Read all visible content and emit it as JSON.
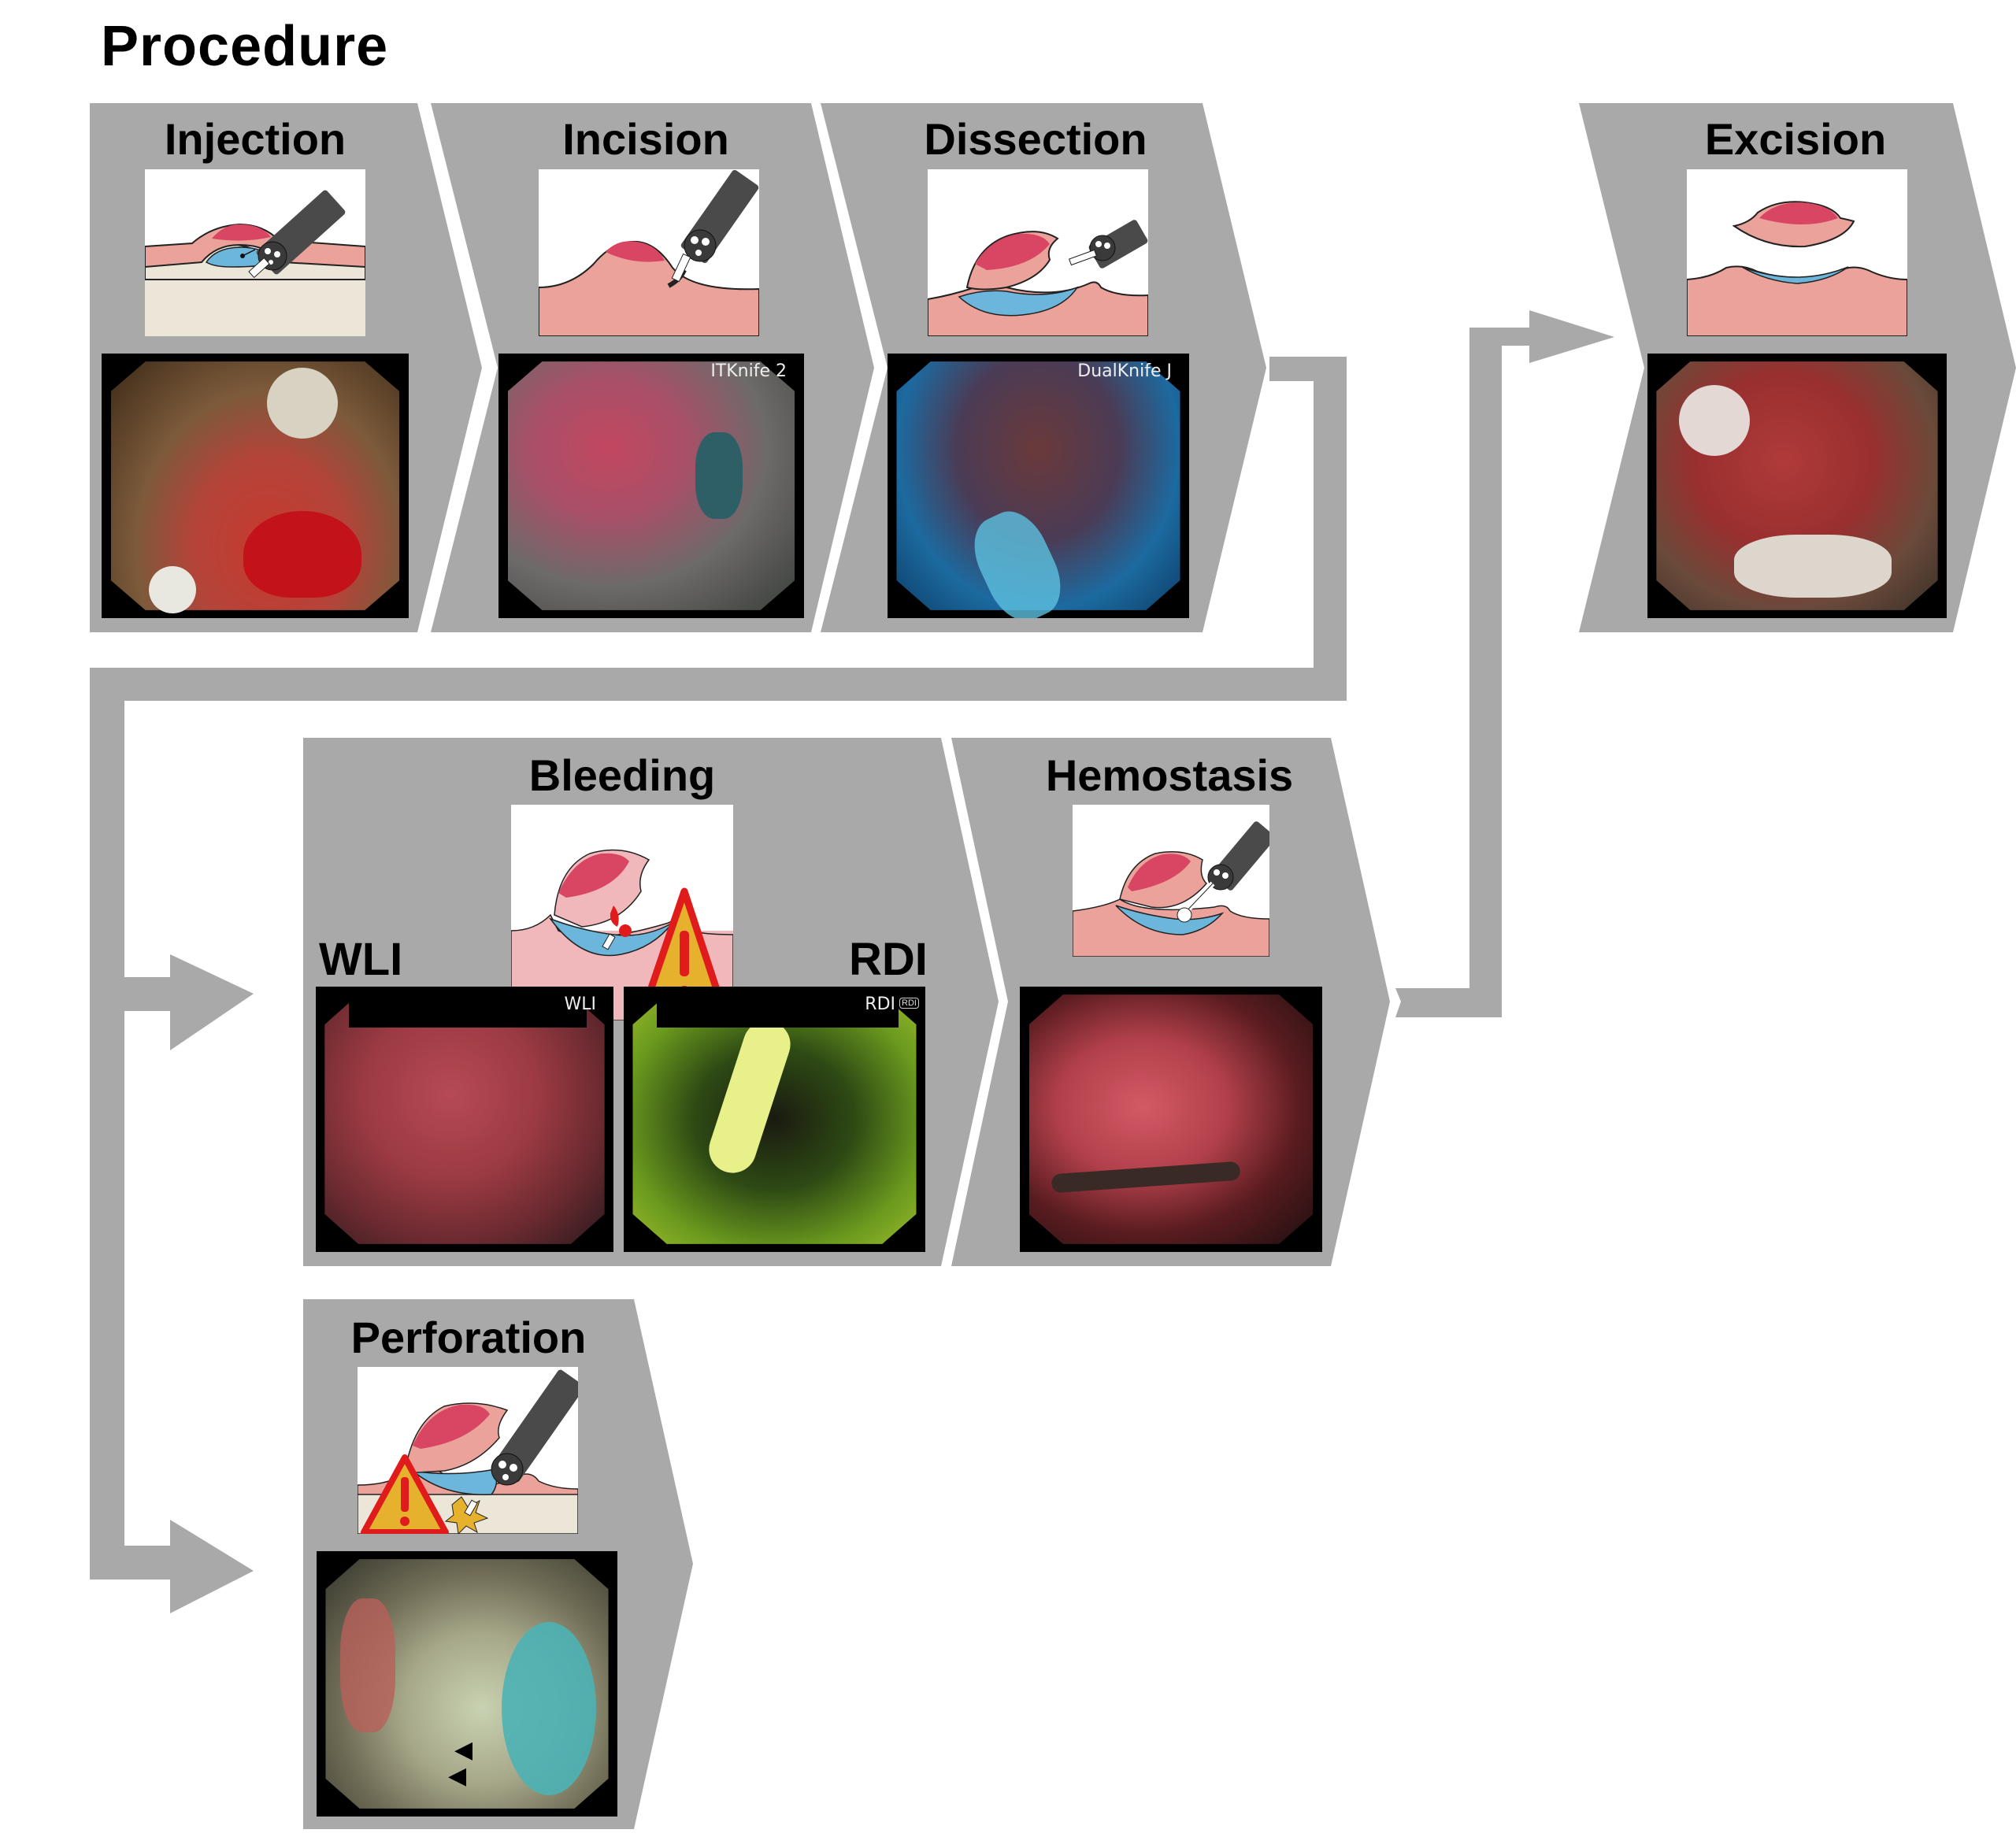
{
  "title": "Procedure",
  "colors": {
    "panel_gray": "#a9a9a9",
    "tissue_pink": "#eba29a",
    "lesion_red": "#d94664",
    "submucosa_blue": "#6cb6db",
    "muscle_beige": "#ece6d8",
    "bleeding_bg": "#f0b8bb",
    "warning_yellow": "#e6b22e",
    "warning_red": "#e01b1b",
    "scope_dark": "#4a4a4a"
  },
  "steps": [
    {
      "id": "injection",
      "label": "Injection",
      "photo_tag": "",
      "icon": "endoscope-injection-icon"
    },
    {
      "id": "incision",
      "label": "Incision",
      "photo_tag": "ITKnife 2",
      "icon": "endoscope-incision-icon"
    },
    {
      "id": "dissection",
      "label": "Dissection",
      "photo_tag": "DualKnife J",
      "icon": "endoscope-dissection-icon"
    },
    {
      "id": "excision",
      "label": "Excision",
      "photo_tag": "",
      "icon": "excised-lesion-icon"
    },
    {
      "id": "bleeding",
      "label": "Bleeding",
      "sub_left": "WLI",
      "sub_right": "RDI",
      "photo_tag_left": "WLI",
      "photo_tag_right": "RDI",
      "rdi_badge": "RDI",
      "icon": "bleeding-warning-icon"
    },
    {
      "id": "hemostasis",
      "label": "Hemostasis",
      "photo_tag": "",
      "icon": "hemostatic-forceps-icon"
    },
    {
      "id": "perforation",
      "label": "Perforation",
      "photo_tag": "",
      "icon": "perforation-warning-icon"
    }
  ]
}
